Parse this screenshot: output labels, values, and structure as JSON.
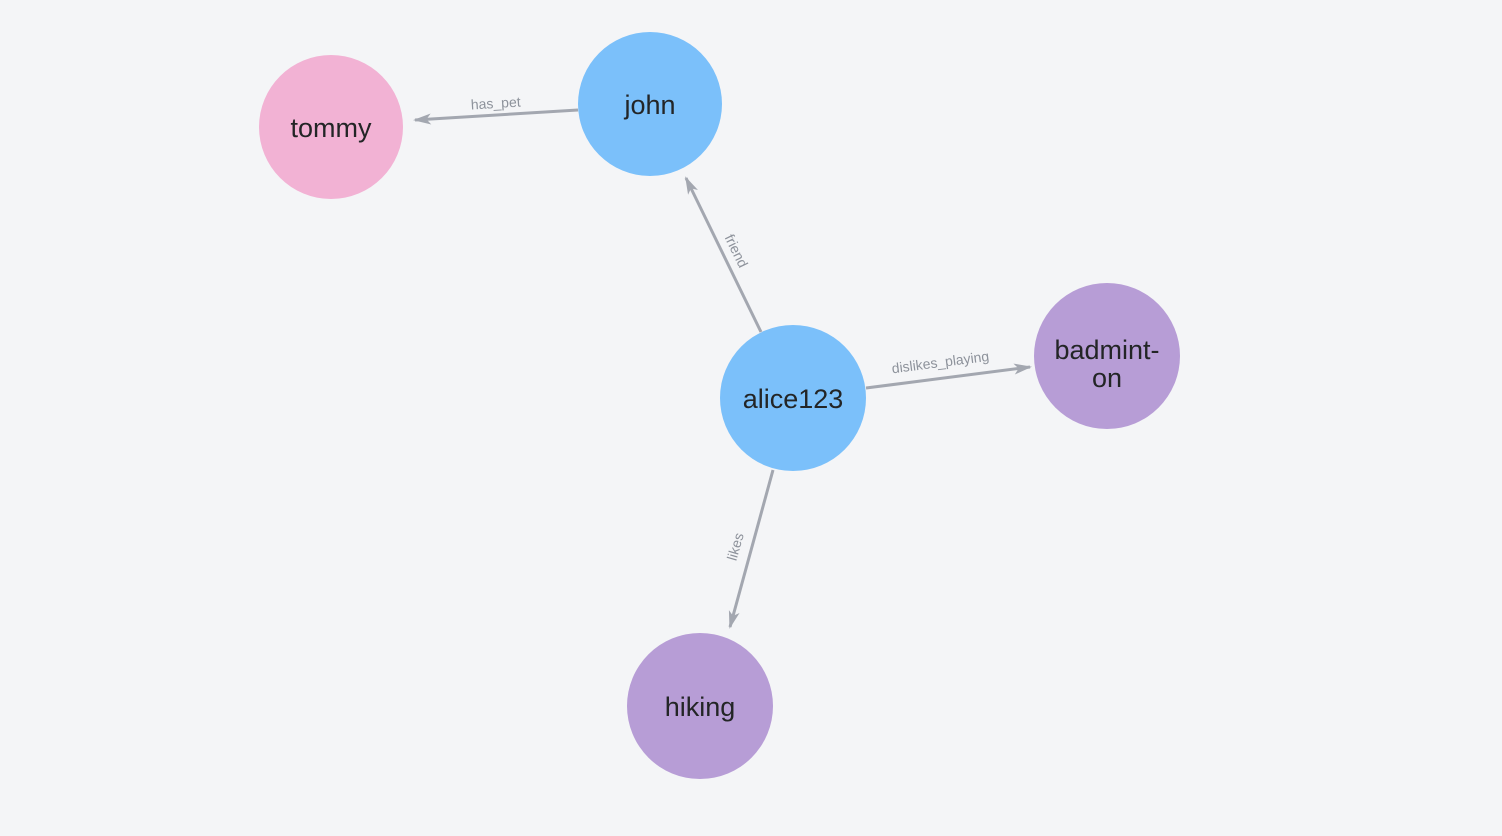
{
  "app": {
    "name": "graph-visualization",
    "background_color": "#f4f5f7"
  },
  "colors": {
    "person_node": "#7bc0fa",
    "pet_node": "#f2b2d4",
    "hobby_node": "#b79dd6",
    "edge": "#a3a7b0",
    "edge_label": "#8d929b",
    "node_label": "#232526"
  },
  "graph": {
    "nodes": [
      {
        "id": "tommy",
        "caption": "tommy",
        "type": "pet",
        "color": "#f2b2d4"
      },
      {
        "id": "john",
        "caption": "john",
        "type": "person",
        "color": "#7bc0fa"
      },
      {
        "id": "alice123",
        "caption": "alice123",
        "type": "person",
        "color": "#7bc0fa"
      },
      {
        "id": "badminton",
        "caption": "badminton",
        "caption_line1": "badmint-",
        "caption_line2": "on",
        "type": "hobby",
        "color": "#b79dd6"
      },
      {
        "id": "hiking",
        "caption": "hiking",
        "type": "hobby",
        "color": "#b79dd6"
      }
    ],
    "edges": [
      {
        "label": "has_pet",
        "source": "john",
        "target": "tommy"
      },
      {
        "label": "friend",
        "source": "alice123",
        "target": "john"
      },
      {
        "label": "dislikes_playing",
        "source": "alice123",
        "target": "badminton"
      },
      {
        "label": "likes",
        "source": "alice123",
        "target": "hiking"
      }
    ]
  }
}
